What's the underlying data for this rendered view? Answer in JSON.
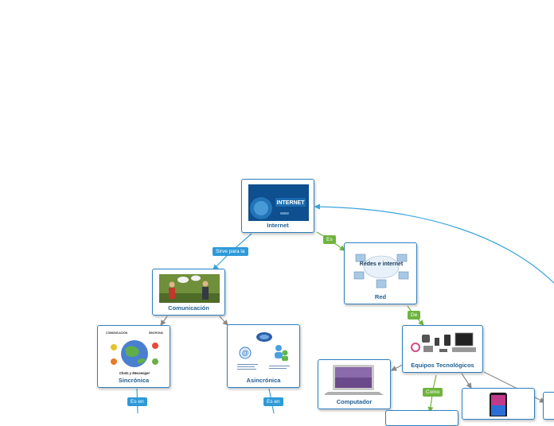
{
  "nodes": {
    "internet": {
      "label": "Internet",
      "banner": "INTERNET",
      "banner_sub": "www"
    },
    "comunicacion": {
      "label": "Comunicación"
    },
    "red": {
      "label": "Red",
      "image_text": "Redes e internet"
    },
    "sincronica": {
      "label": "Sincrónica",
      "image_caption": "Chats y Messenger",
      "image_header_left": "COMUNICACIÓN",
      "image_header_right": "SÍNCRONA"
    },
    "asincronica": {
      "label": "Asincrónica"
    },
    "equipos": {
      "label": "Equipos Tecnológicos"
    },
    "computador": {
      "label": "Computador"
    }
  },
  "tags": {
    "sirve_para_la": "Sirve para la",
    "es": "Es",
    "de": "De",
    "es_en_1": "Es en",
    "es_en_2": "Es en",
    "como": "Como"
  },
  "colors": {
    "node_border": "#2f7fbf",
    "node_label": "#1f5f95",
    "tag_blue": "#2e9ad8",
    "tag_green": "#6fb43e",
    "connector_blue": "#3aa3dc",
    "connector_green": "#6fb43e",
    "connector_gray": "#8a8a8a"
  }
}
